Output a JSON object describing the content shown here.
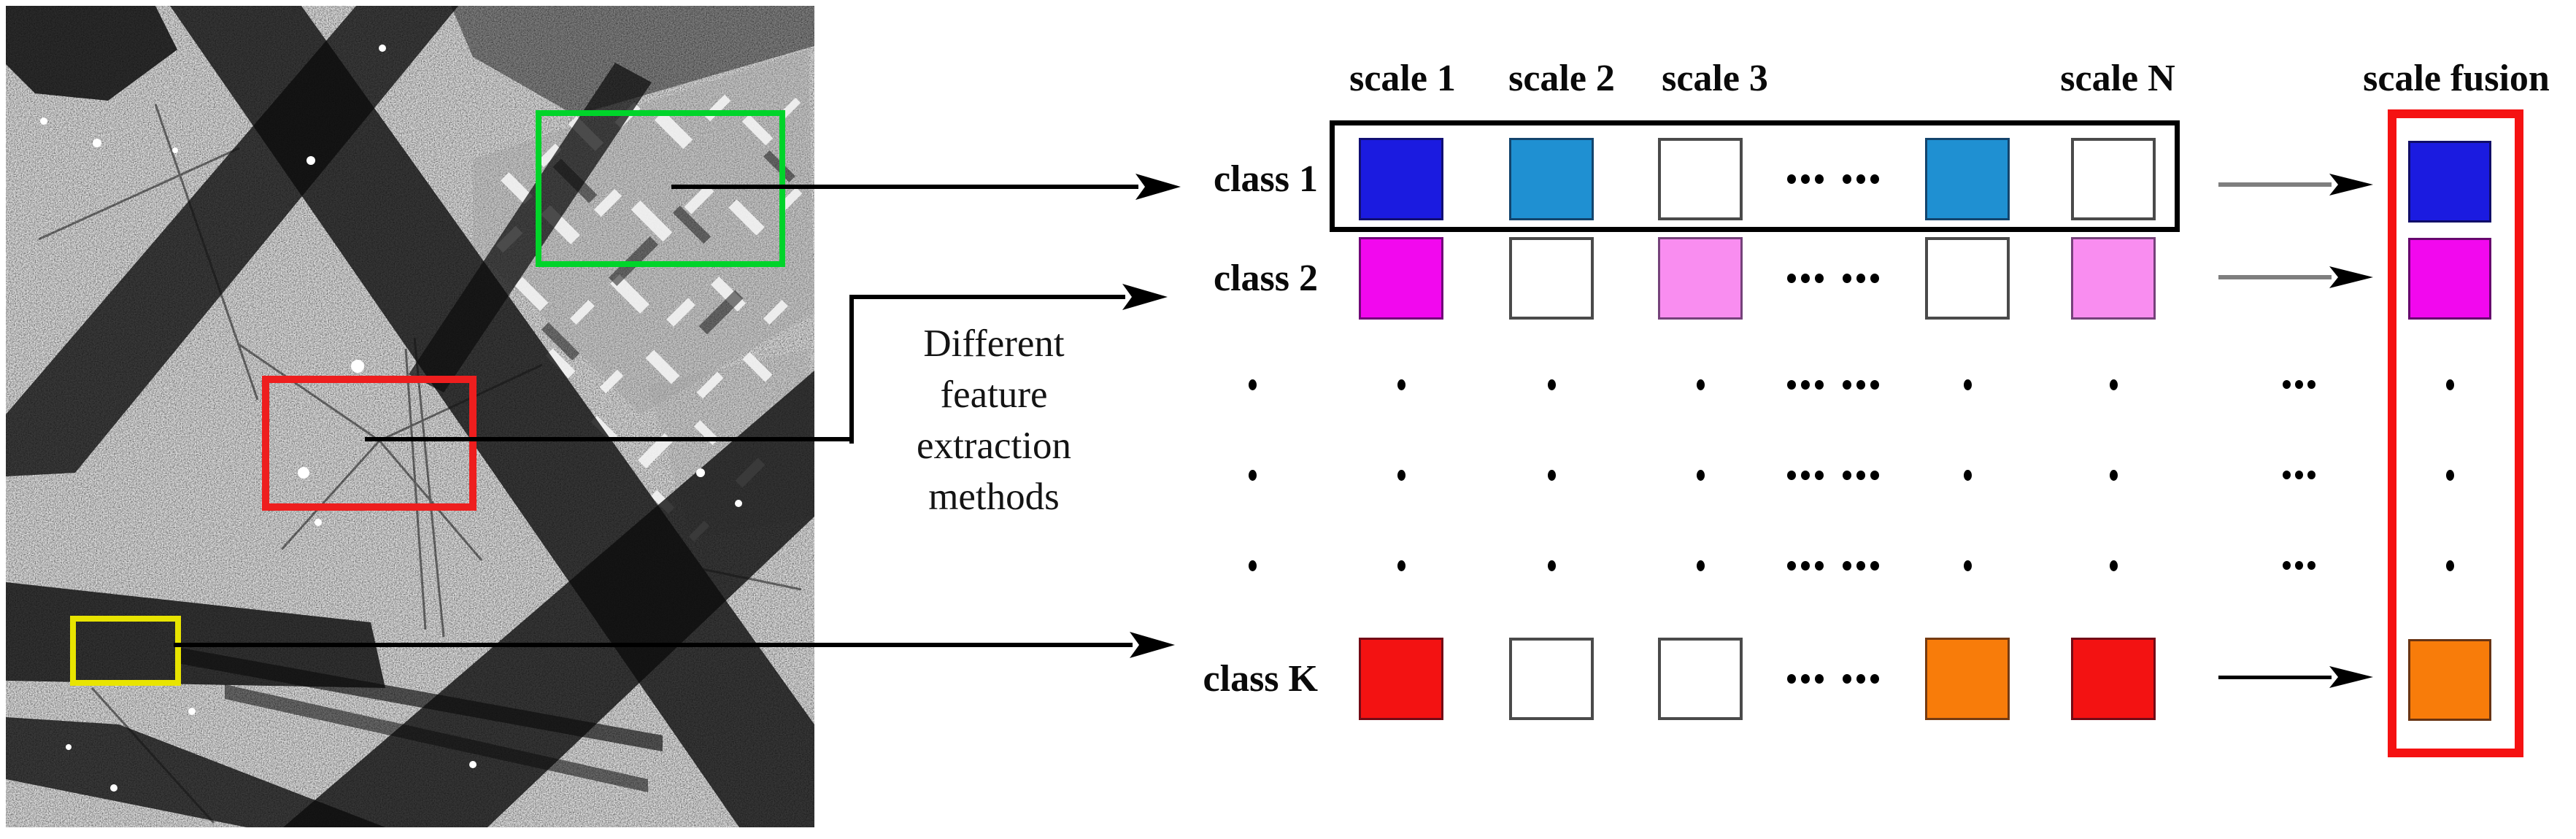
{
  "diagram": {
    "scale_headers": [
      "scale 1",
      "scale 2",
      "scale 3",
      "scale N"
    ],
    "fusion_header": "scale fusion",
    "note": {
      "lines": [
        "Different",
        "feature",
        "extraction",
        "methods"
      ]
    },
    "classes": [
      {
        "label": "class 1",
        "cells": [
          "blue",
          "cerulean",
          "white",
          "cerulean",
          "white"
        ],
        "fusion": "blue"
      },
      {
        "label": "class 2",
        "cells": [
          "magenta",
          "white",
          "pink",
          "white",
          "pink"
        ],
        "fusion": "magenta"
      },
      {
        "label": "class K",
        "cells": [
          "red",
          "white",
          "white",
          "orange",
          "red"
        ],
        "fusion": "orange"
      }
    ],
    "ellipsis_horizontal": "... ...",
    "ellipsis_small": "...",
    "ellipsis_vertical": ". . .",
    "palette": {
      "blue": "#1b1be0",
      "cerulean": "#1f90d2",
      "magenta": "#f208ee",
      "pink": "#f98df0",
      "red": "#f31212",
      "orange": "#f87c0a",
      "white": "#ffffff"
    },
    "annotation_colors": {
      "green_region": "#00d42a",
      "red_region": "#ee1e1e",
      "yellow_region": "#e8e400",
      "fusion_frame": "#f51212",
      "class1_frame": "#000000"
    }
  }
}
